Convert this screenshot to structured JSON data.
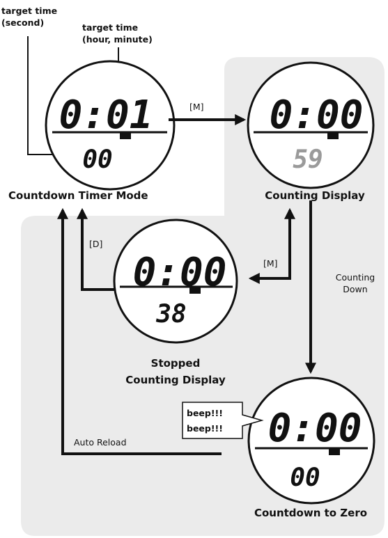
{
  "annotations": {
    "target_seconds": [
      "target time",
      "(second)"
    ],
    "target_hour_minute": [
      "target time",
      "(hour, minute)"
    ]
  },
  "watches": {
    "countdown_timer": {
      "main": "0:01",
      "sub": "00",
      "caption": [
        "Countdown Timer Mode"
      ]
    },
    "counting": {
      "main": "0:00",
      "sub": "59",
      "caption": [
        "Counting Display"
      ]
    },
    "stopped": {
      "main": "0:00",
      "sub": "38",
      "caption": [
        "Stopped",
        "Counting Display"
      ]
    },
    "zero": {
      "main": "0:00",
      "sub": "00",
      "caption": [
        "Countdown to Zero"
      ]
    }
  },
  "arrows": {
    "m_to_counting": "[M]",
    "m_to_stopped": "[M]",
    "d_to_timer": "[D]",
    "counting_down": [
      "Counting",
      "Down"
    ],
    "auto_reload": "Auto Reload"
  },
  "beep": [
    "beep!!!",
    "beep!!!"
  ],
  "colors": {
    "panel": "#ebebeb",
    "ink": "#111111",
    "faded_digit": "#9a9a9a"
  }
}
